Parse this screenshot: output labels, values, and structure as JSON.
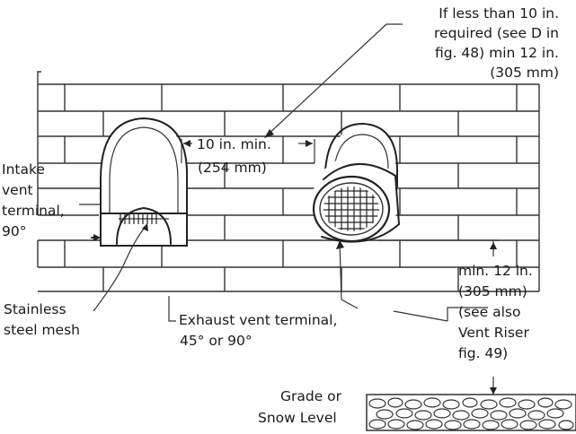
{
  "labels": {
    "top_note": [
      "If less than 10 in.",
      "required (see D in",
      "fig. 48) min 12 in.",
      "(305 mm)"
    ],
    "spacing": [
      "10 in. min.",
      "(254 mm)"
    ],
    "intake": [
      "Intake",
      "vent",
      "terminal,",
      "90°"
    ],
    "mesh": [
      "Stainless",
      "steel mesh"
    ],
    "exhaust": [
      "Exhaust vent terminal,",
      "45° or 90°"
    ],
    "clearance": [
      "min. 12 in.",
      "(305 mm)",
      "(see also",
      "Vent Riser",
      "fig. 49)"
    ],
    "grade": [
      "Grade or",
      "Snow Level"
    ]
  }
}
